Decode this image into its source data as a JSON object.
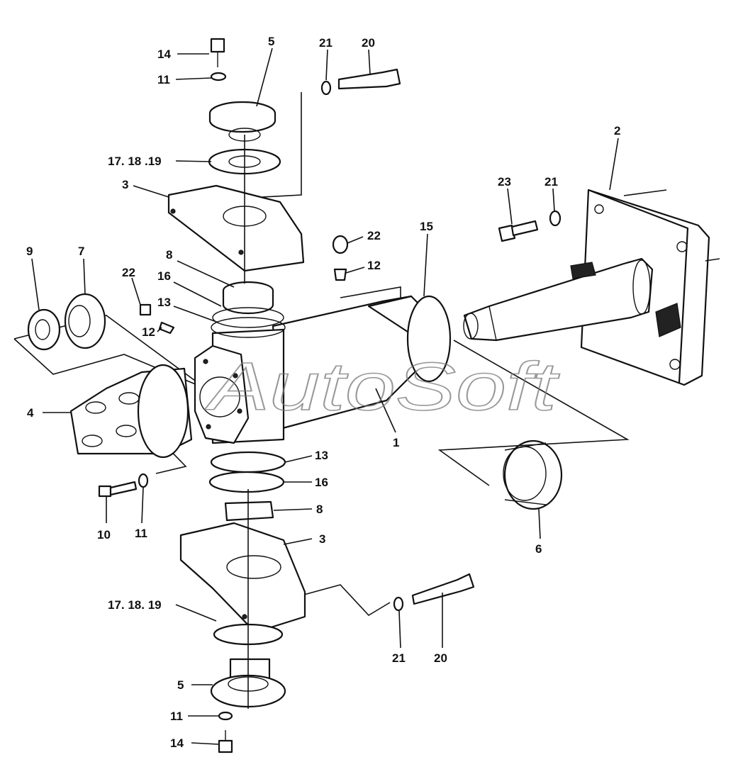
{
  "watermark": "AutoSoft",
  "callouts": {
    "c14_top": "14",
    "c11_top": "11",
    "c5_top": "5",
    "c21_top": "21",
    "c20_top": "20",
    "c171819_top": "17. 18 .19",
    "c3_top": "3",
    "c2": "2",
    "c23": "23",
    "c21_right": "21",
    "c22_mid": "22",
    "c12_mid": "12",
    "c15": "15",
    "c9": "9",
    "c7": "7",
    "c8_top": "8",
    "c22_left": "22",
    "c16_top": "16",
    "c13_top": "13",
    "c12_left": "12",
    "c4": "4",
    "c1": "1",
    "c13_bottom": "13",
    "c16_bottom": "16",
    "c8_bottom": "8",
    "c10": "10",
    "c11_mid": "11",
    "c3_bottom": "3",
    "c6": "6",
    "c171819_bottom": "17. 18. 19",
    "c21_bottom": "21",
    "c20_bottom": "20",
    "c5_bottom": "5",
    "c11_bottom": "11",
    "c14_bottom": "14"
  }
}
